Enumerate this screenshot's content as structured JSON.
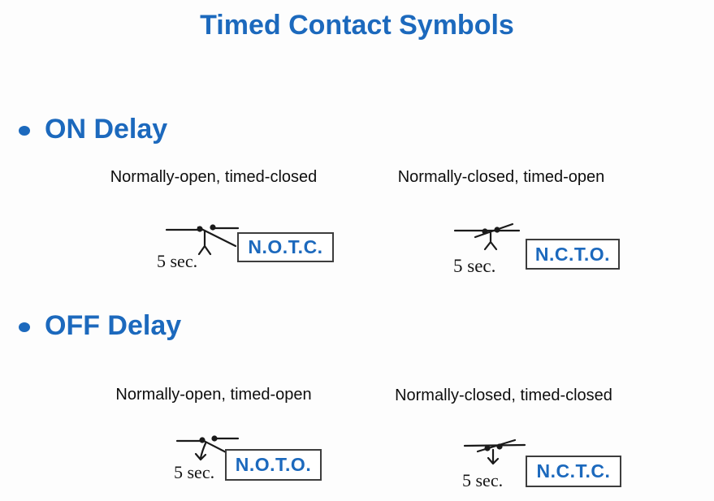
{
  "title": "Timed Contact Symbols",
  "colors": {
    "accent": "#1c69bd",
    "ink": "#1a1a1a",
    "box_border": "#3d3d3d"
  },
  "sections": [
    {
      "heading": "ON Delay",
      "cells": [
        {
          "caption": "Normally-open, timed-closed",
          "time": "5 sec.",
          "abbr": "N.O.T.C.",
          "symbol": "normally-open-timed-closed"
        },
        {
          "caption": "Normally-closed, timed-open",
          "time": "5 sec.",
          "abbr": "N.C.T.O.",
          "symbol": "normally-closed-timed-open"
        }
      ]
    },
    {
      "heading": "OFF Delay",
      "cells": [
        {
          "caption": "Normally-open, timed-open",
          "time": "5 sec.",
          "abbr": "N.O.T.O.",
          "symbol": "normally-open-timed-open"
        },
        {
          "caption": "Normally-closed, timed-closed",
          "time": "5 sec.",
          "abbr": "N.C.T.C.",
          "symbol": "normally-closed-timed-closed"
        }
      ]
    }
  ]
}
